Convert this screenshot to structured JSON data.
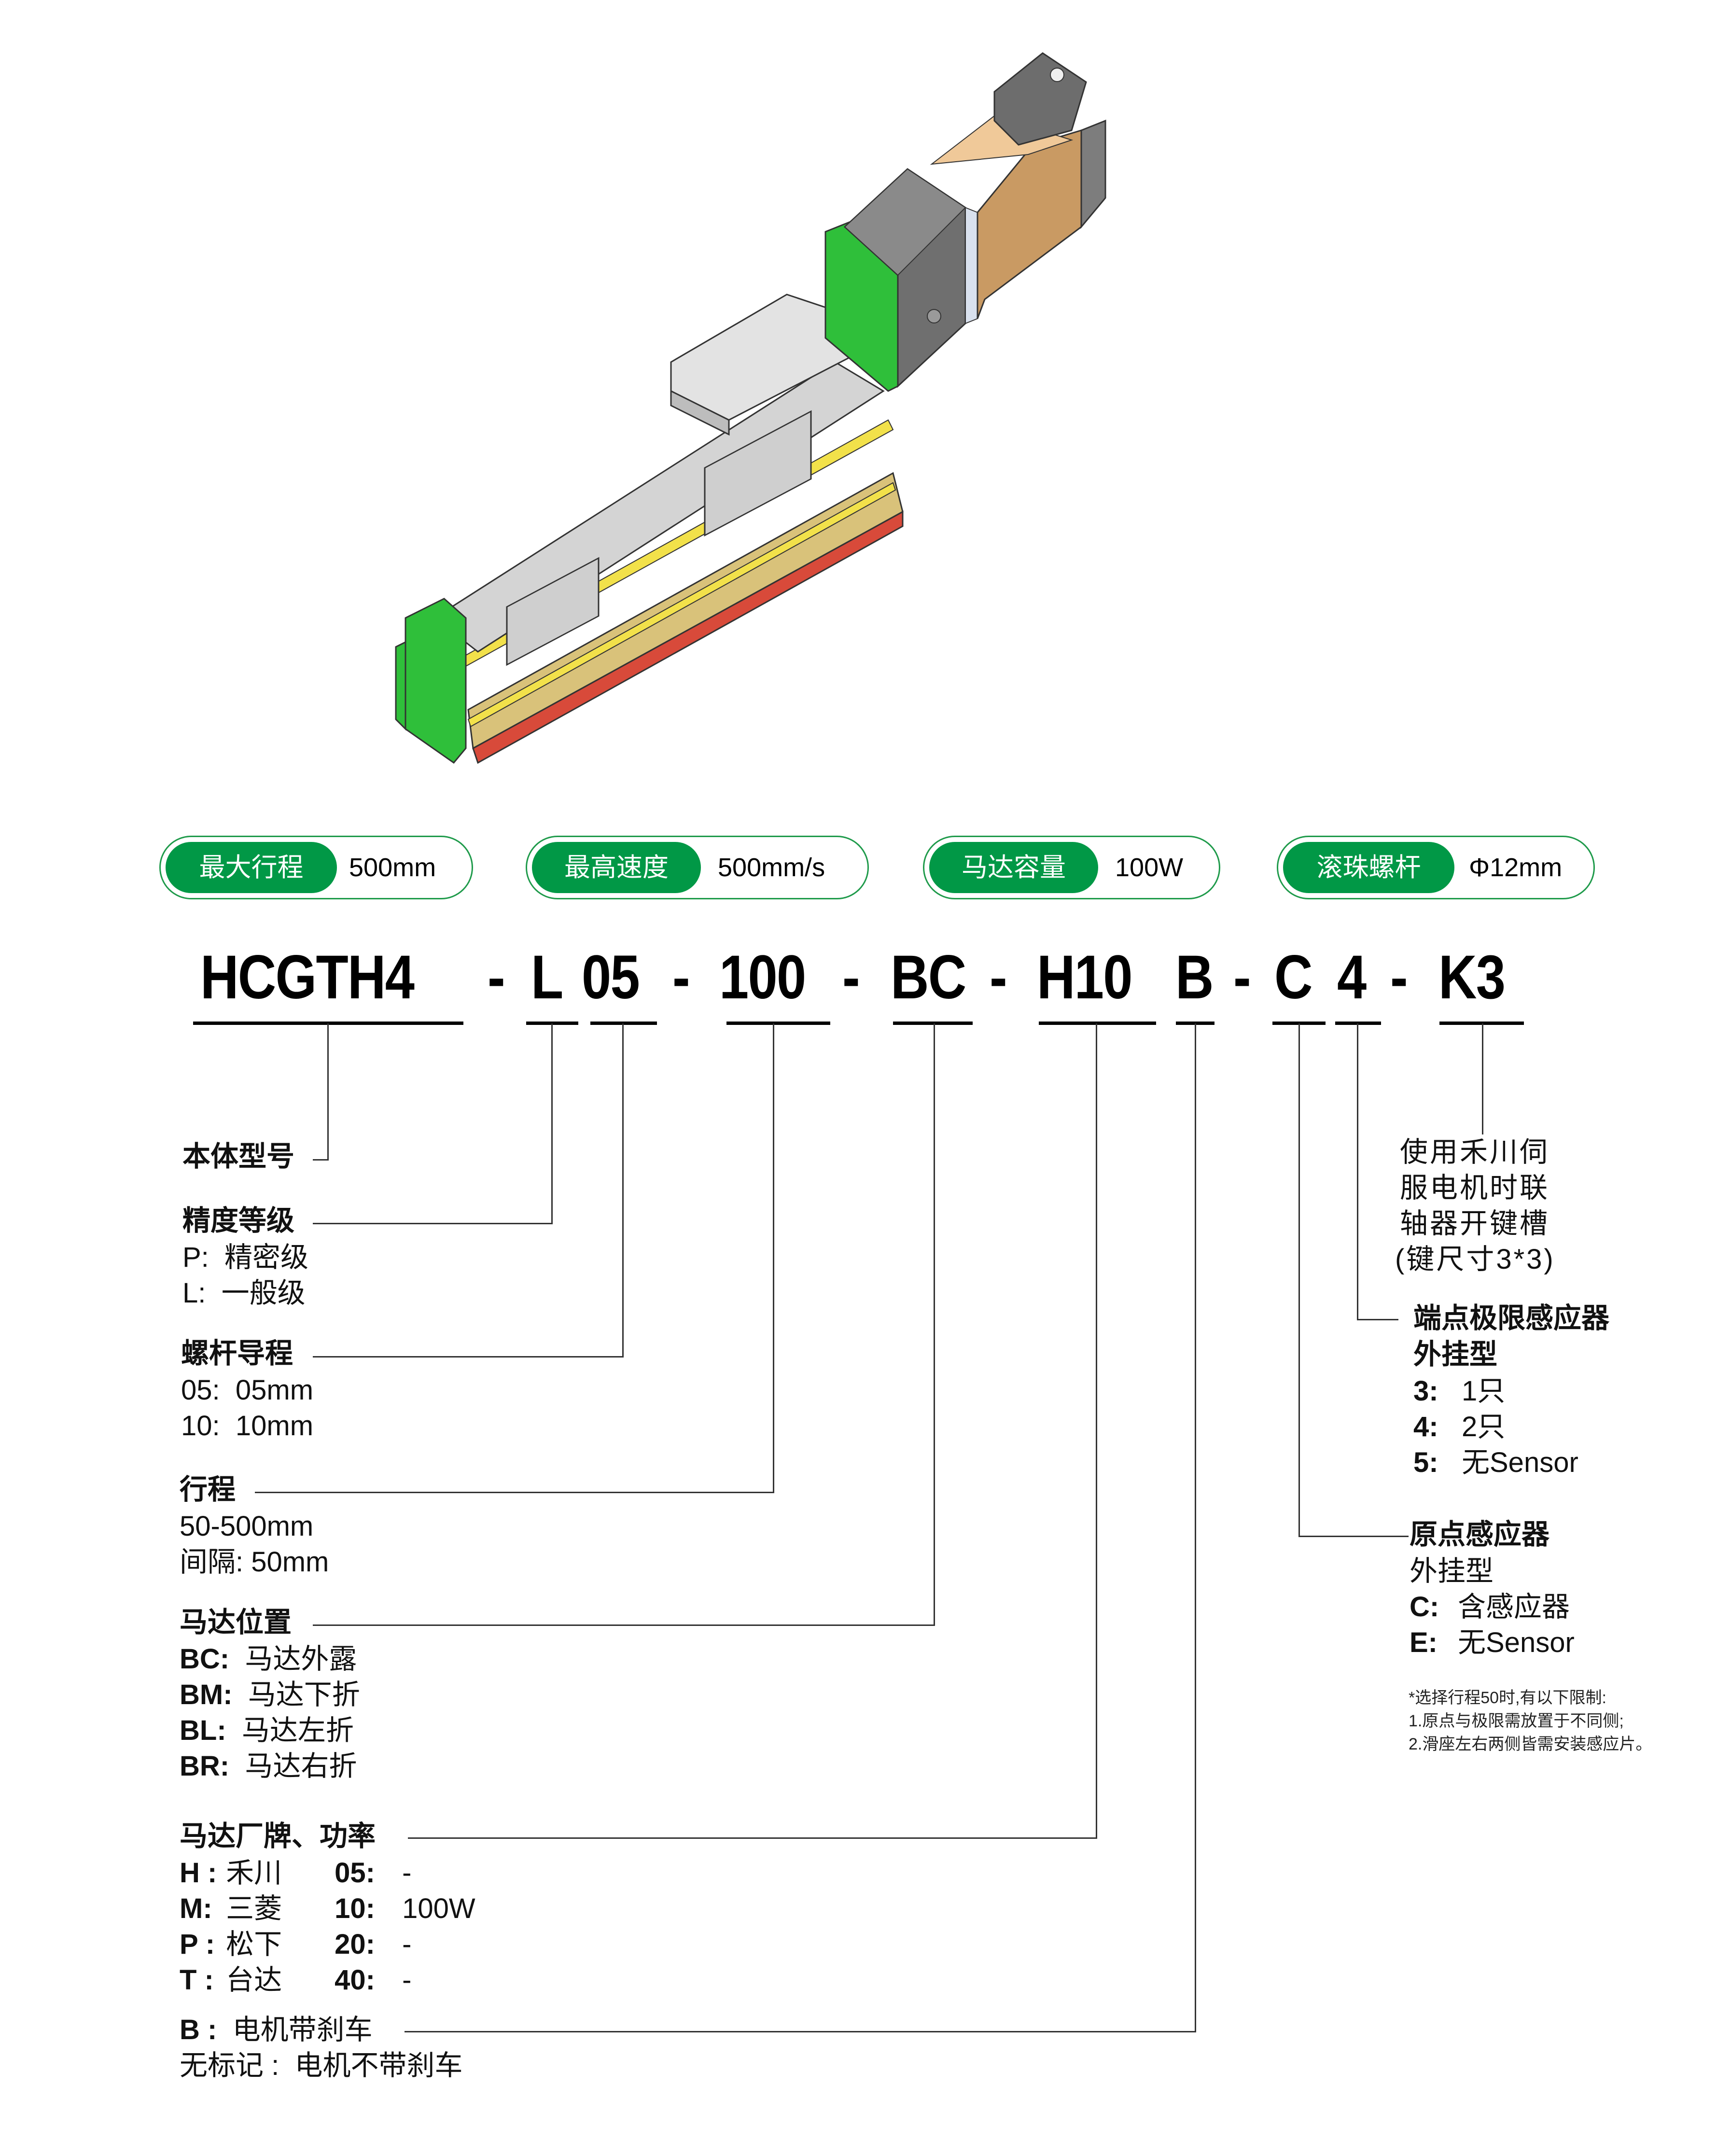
{
  "product_image": {
    "alt": "Linear actuator module with servo motor",
    "colors": {
      "end_cap_green": "#2fbf3a",
      "frame_gold": "#d9c27a",
      "rail_yellow": "#f2e14a",
      "base_red": "#d84a3a",
      "cover_gray": "#cfcfcf",
      "motor_flange_gray": "#6f6f6f",
      "motor_body_bronze": "#c99a63"
    }
  },
  "specs": [
    {
      "label": "最大行程",
      "value": "500mm"
    },
    {
      "label": "最高速度",
      "value": "500mm/s"
    },
    {
      "label": "马达容量",
      "value": "100W"
    },
    {
      "label": "滚珠螺杆",
      "value": "Φ12mm"
    }
  ],
  "model_code": {
    "parts": [
      "HCGTH4",
      "-",
      "L",
      "05",
      "-",
      "100",
      "-",
      "BC",
      "-",
      "H10",
      "B",
      "-",
      "C",
      "4",
      "-",
      "K3"
    ]
  },
  "left_legend": {
    "body_model": {
      "title": "本体型号"
    },
    "precision": {
      "title": "精度等级",
      "options": [
        {
          "code": "P:",
          "desc": "精密级"
        },
        {
          "code": "L:",
          "desc": "一般级"
        }
      ]
    },
    "lead": {
      "title": "螺杆导程",
      "options": [
        {
          "code": "05:",
          "desc": "05mm"
        },
        {
          "code": "10:",
          "desc": "10mm"
        }
      ]
    },
    "stroke": {
      "title": "行程",
      "lines": [
        "50-500mm",
        "间隔:  50mm"
      ]
    },
    "motor_position": {
      "title": "马达位置",
      "options": [
        {
          "code": "BC:",
          "desc": "马达外露"
        },
        {
          "code": "BM:",
          "desc": "马达下折"
        },
        {
          "code": "BL:",
          "desc": "马达左折"
        },
        {
          "code": "BR:",
          "desc": "马达右折"
        }
      ]
    },
    "motor_brand": {
      "title": "马达厂牌、功率",
      "rows": [
        {
          "code": "H :",
          "brand": "禾川",
          "pcode": "05:",
          "power": "-"
        },
        {
          "code": "M:",
          "brand": "三菱",
          "pcode": "10:",
          "power": "100W"
        },
        {
          "code": "P :",
          "brand": "松下",
          "pcode": "20:",
          "power": "-"
        },
        {
          "code": "T :",
          "brand": "台达",
          "pcode": "40:",
          "power": "-"
        }
      ]
    },
    "brake": {
      "code": "B :",
      "desc": "电机带刹车",
      "none_code": "无标记 :",
      "none_desc": "电机不带刹车"
    }
  },
  "right_legend": {
    "keyway": {
      "lines": [
        "使用禾川伺",
        "服电机时联",
        "轴器开键槽",
        "(键尺寸3*3)"
      ]
    },
    "limit_sensor": {
      "title_1": "端点极限感应器",
      "title_2": "外挂型",
      "options": [
        {
          "code": "3:",
          "desc": "1只"
        },
        {
          "code": "4:",
          "desc": "2只"
        },
        {
          "code": "5:",
          "desc": "无Sensor"
        }
      ]
    },
    "origin_sensor": {
      "title": "原点感应器",
      "subtitle": "外挂型",
      "options": [
        {
          "code": "C:",
          "desc": "含感应器"
        },
        {
          "code": "E:",
          "desc": "无Sensor"
        }
      ]
    },
    "notes": [
      "*选择行程50时,有以下限制:",
      "1.原点与极限需放置于不同侧;",
      "2.滑座左右两侧皆需安装感应片。"
    ]
  }
}
